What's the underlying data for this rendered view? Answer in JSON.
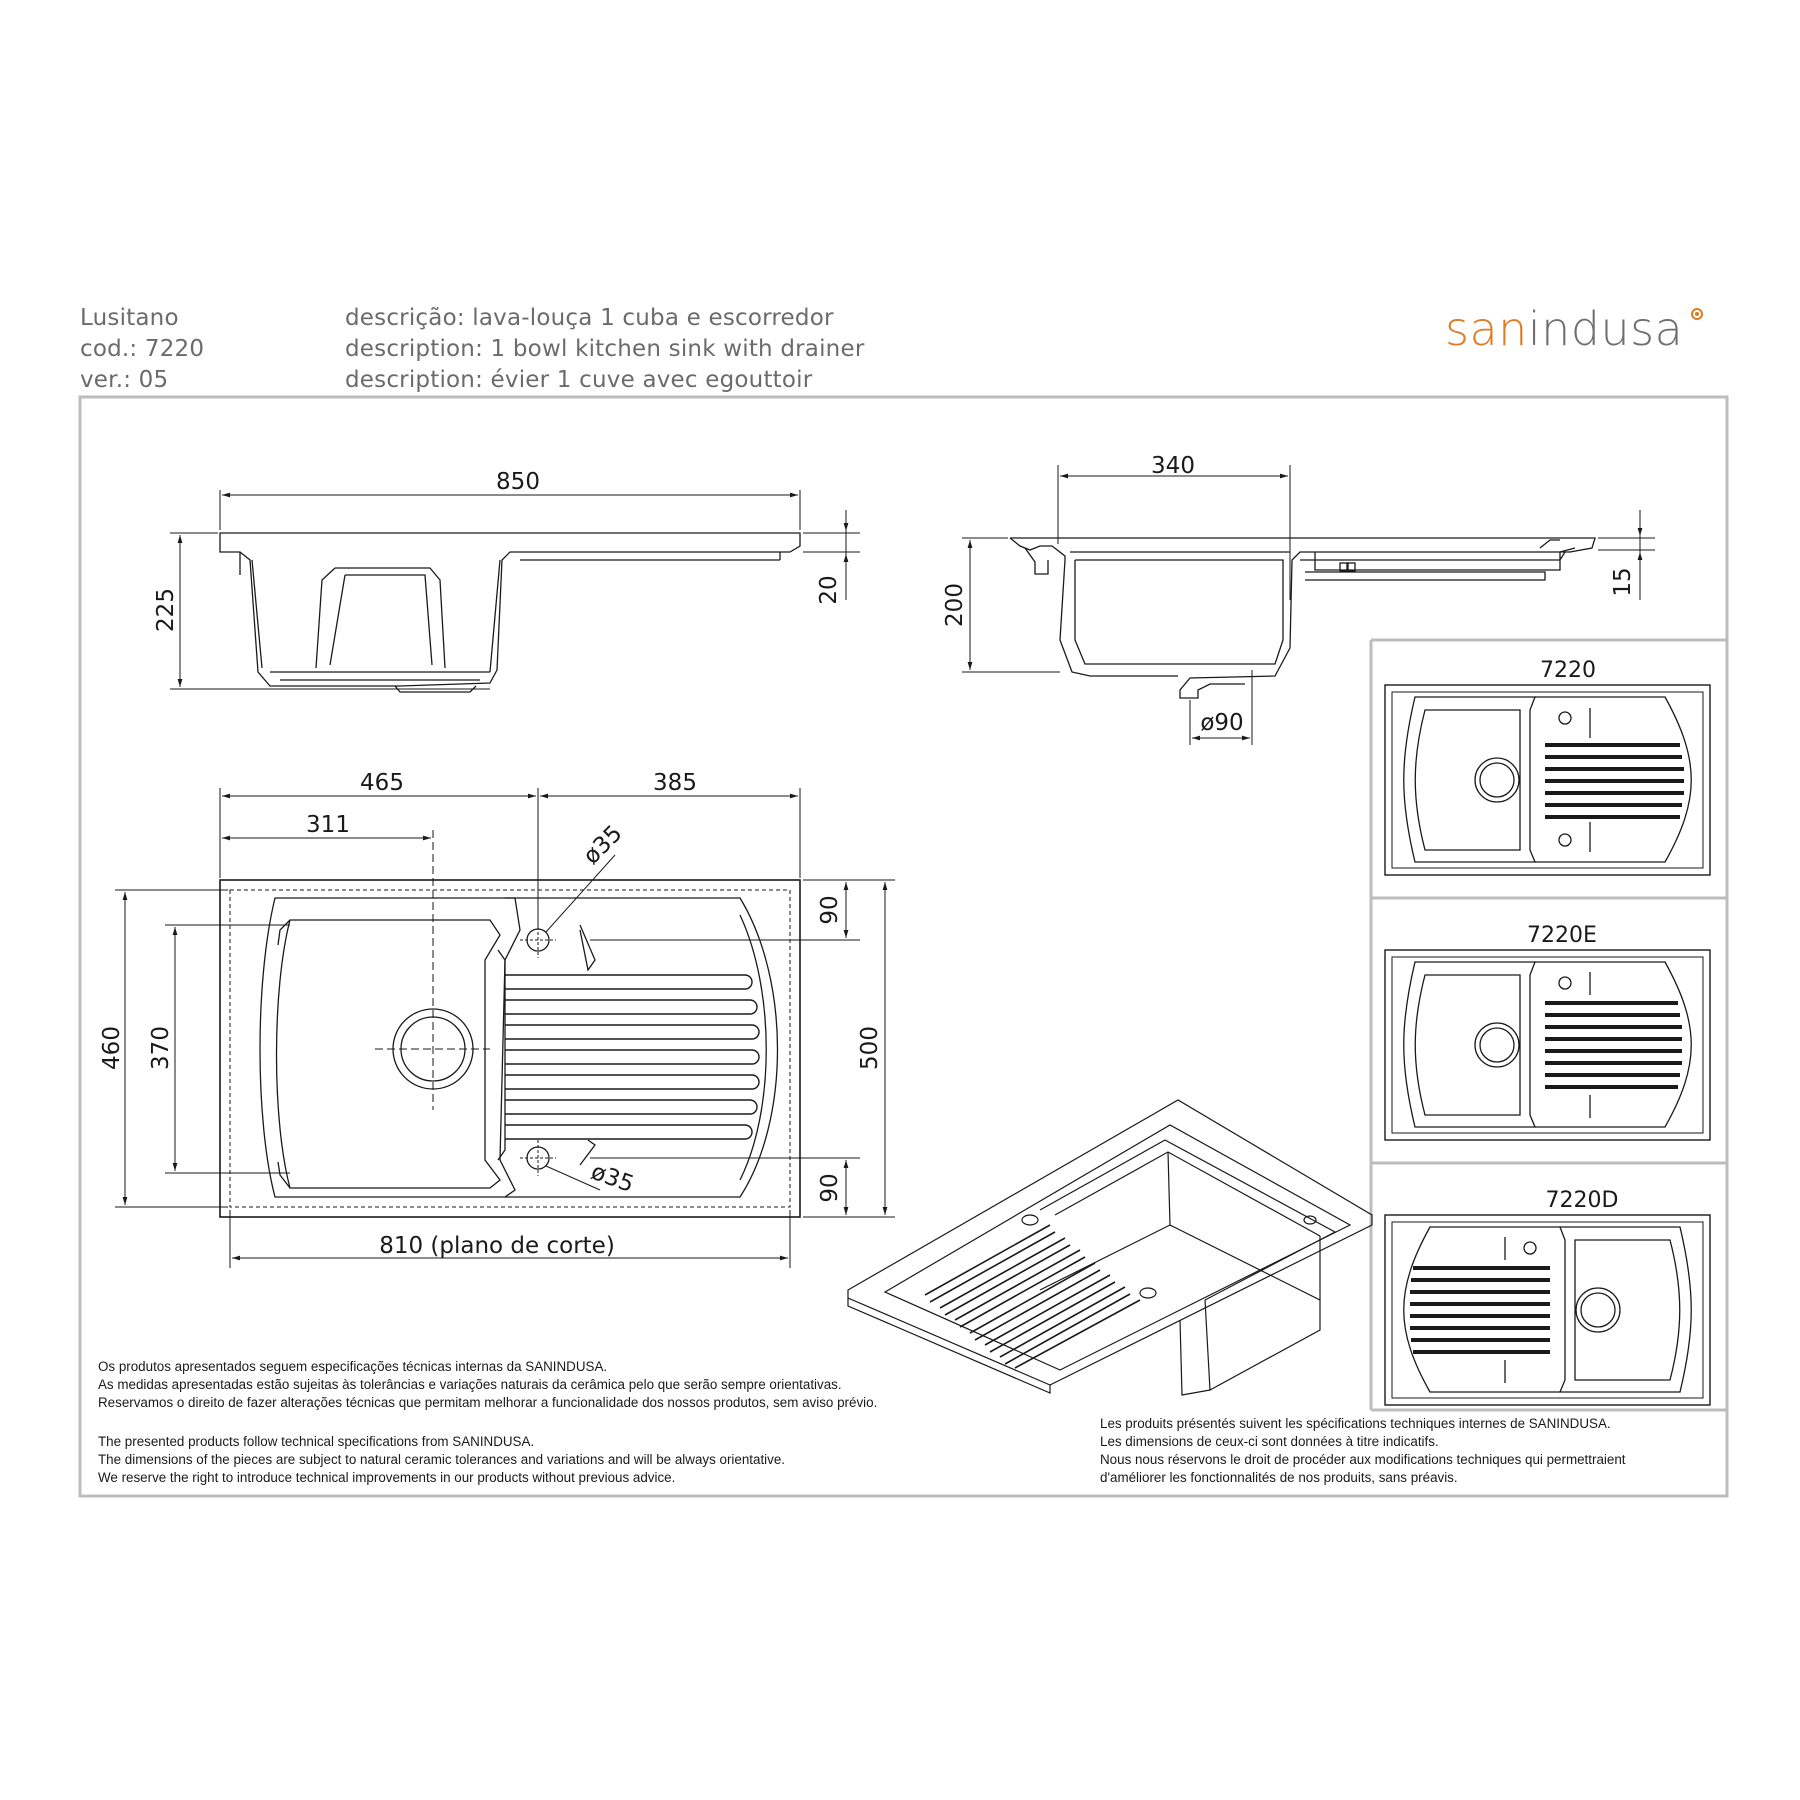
{
  "header": {
    "product_name": "Lusitano",
    "code": "cod.: 7220",
    "version": "ver.: 05",
    "desc_pt": "descrição: lava-louça 1 cuba e escorredor",
    "desc_en": "description: 1 bowl kitchen sink with drainer",
    "desc_fr": "description: évier 1 cuve avec egouttoir"
  },
  "brand": {
    "part1": "san",
    "part2": "indusa",
    "accent": "#e07a24",
    "gray": "#6e6e6e"
  },
  "side_view": {
    "width": "850",
    "height": "225",
    "rim": "20"
  },
  "end_view": {
    "bowl_width": "340",
    "height": "200",
    "rim": "15",
    "drain": "ø90"
  },
  "top_view": {
    "bowl_offset": "465",
    "drainer_length": "385",
    "drain_offset": "311",
    "tap_hole_top": "ø35",
    "tap_hole_bottom": "ø35",
    "depth": "460",
    "bowl_depth": "370",
    "top_margin": "90",
    "bottom_margin": "90",
    "overall_depth": "500",
    "cutout": "810 (plano de corte)"
  },
  "variants": [
    {
      "label": "7220",
      "bowl_side": "left"
    },
    {
      "label": "7220E",
      "bowl_side": "left"
    },
    {
      "label": "7220D",
      "bowl_side": "right"
    }
  ],
  "notes_pt": [
    "Os produtos apresentados seguem especificações técnicas internas da SANINDUSA.",
    "As medidas apresentadas estão sujeitas às tolerâncias e variações naturais da cerâmica pelo que serão sempre orientativas.",
    "Reservamos o direito de fazer alterações técnicas que permitam melhorar a funcionalidade dos nossos produtos, sem aviso prévio."
  ],
  "notes_en": [
    "The presented products follow technical specifications from SANINDUSA.",
    "The dimensions of the pieces are subject to natural ceramic tolerances and variations and will be always orientative.",
    "We reserve the right to introduce technical improvements in our products without previous advice."
  ],
  "notes_fr": [
    "Les produits présentés suivent les spécifications techniques internes de SANINDUSA.",
    "Les dimensions de ceux-ci sont données à titre indicatifs.",
    "Nous nous réservons le droit de procéder aux modifications techniques qui permettraient",
    "d'améliorer les fonctionnalités de nos produits, sans préavis."
  ]
}
